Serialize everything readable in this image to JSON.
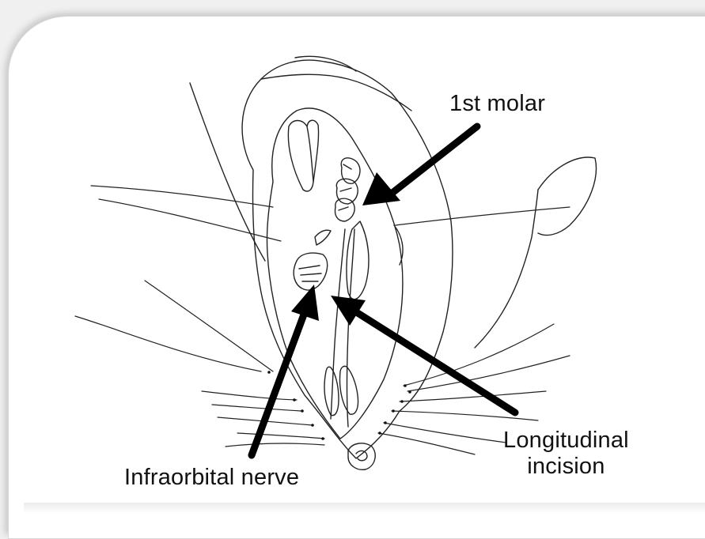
{
  "labels": {
    "first_molar": "1st molar",
    "infraorbital_nerve": "Infraorbital nerve",
    "longitudinal_incision_line1": "Longitudinal",
    "longitudinal_incision_line2": "incision"
  },
  "colors": {
    "ink": "#111111",
    "background": "#ffffff",
    "frame": "#f0f0f0"
  }
}
